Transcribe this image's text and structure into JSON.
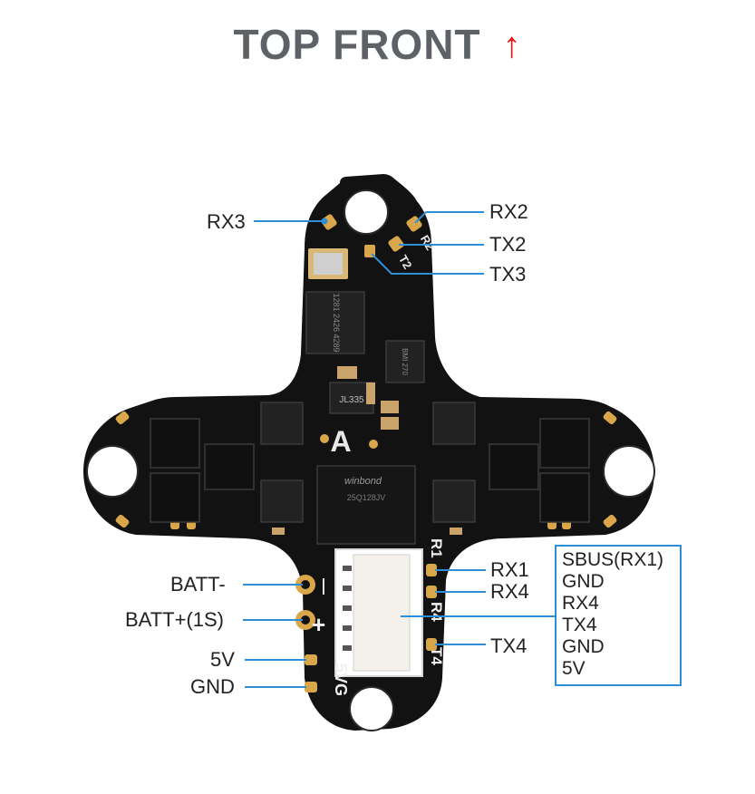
{
  "title": {
    "text": "TOP FRONT",
    "arrow_glyph": "↑",
    "arrow_color": "#e8151b",
    "text_color": "#5e6266"
  },
  "leader_line_color": "#2f8fd6",
  "board_color": "#121212",
  "pad_color": "#d9a64a",
  "labels": {
    "rx3": "RX3",
    "rx2": "RX2",
    "tx2": "TX2",
    "tx3": "TX3",
    "batt_minus": "BATT-",
    "batt_plus": "BATT+(1S)",
    "v5": "5V",
    "gnd": "GND",
    "rx1": "RX1",
    "rx4": "RX4",
    "tx4": "TX4"
  },
  "legend": {
    "items": [
      "SBUS(RX1)",
      "GND",
      "RX4",
      "TX4",
      "GND",
      "5V"
    ]
  },
  "silkscreen": {
    "r2": "R2",
    "t2": "T2",
    "r1": "R1",
    "r4": "R4",
    "t4": "T4",
    "minus": "—",
    "plus": "+",
    "v5g": "5VG",
    "logo": "A",
    "flash_brand": "winbond",
    "flash_part": "25Q128JV",
    "mcu_mark": "1281 2426 4289",
    "imu_mark": "BMI 270",
    "baro_mark": "JL335"
  }
}
